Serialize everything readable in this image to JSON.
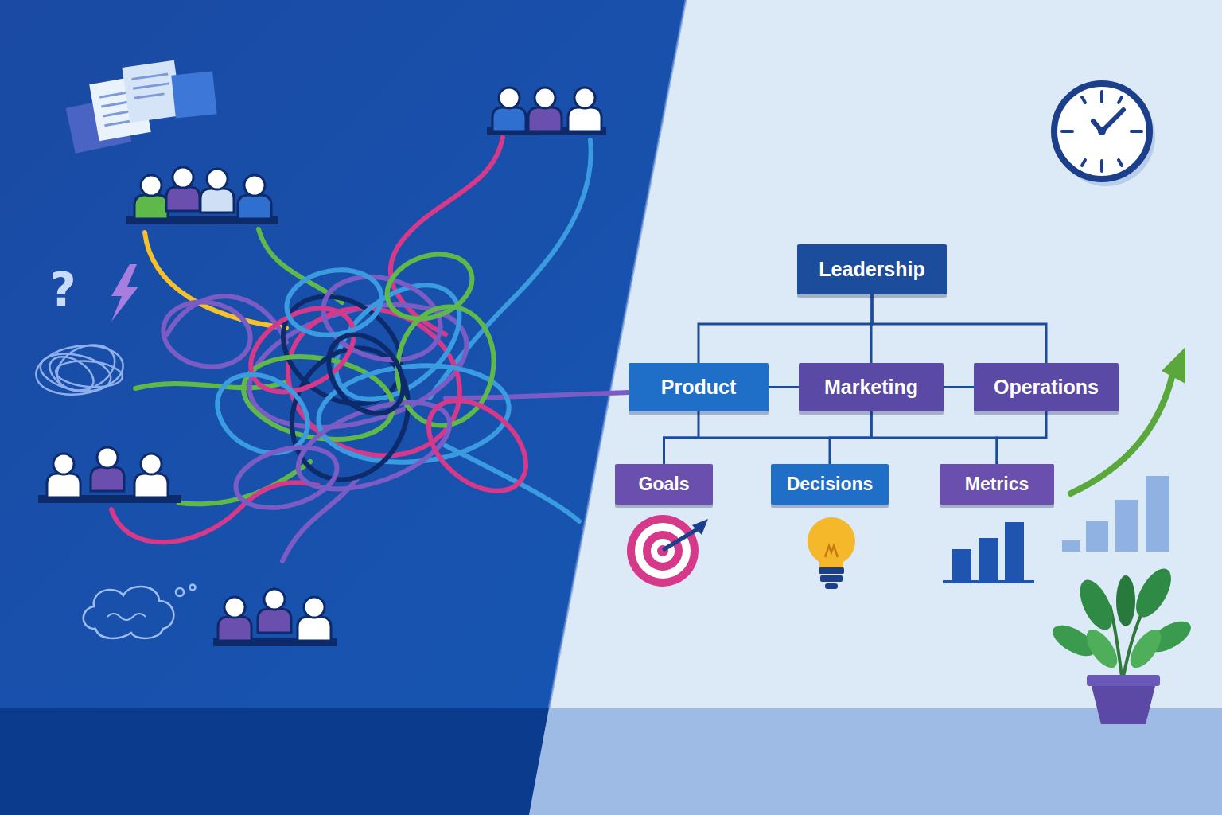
{
  "diagram": {
    "nodes": [
      {
        "text": [
          "Leadership"
        ]
      },
      {
        "text": [
          "Product"
        ]
      },
      {
        "text": [
          "Marketing"
        ]
      },
      {
        "text": [
          "Operations"
        ]
      },
      {
        "text": [
          "Goals"
        ]
      },
      {
        "text": [
          "Decisions"
        ]
      },
      {
        "text": [
          "Metrics"
        ]
      }
    ],
    "edges": [
      {
        "from": 0,
        "to": 1,
        "arrow": "none"
      },
      {
        "from": 0,
        "to": 2,
        "arrow": "none"
      },
      {
        "from": 0,
        "to": 3,
        "arrow": "none"
      },
      {
        "from": 1,
        "to": 2,
        "arrow": "none"
      },
      {
        "from": 2,
        "to": 3,
        "arrow": "none"
      },
      {
        "from": 1,
        "to": 4,
        "arrow": "none"
      },
      {
        "from": 2,
        "to": 4,
        "arrow": "none"
      },
      {
        "from": 2,
        "to": 5,
        "arrow": "none"
      },
      {
        "from": 2,
        "to": 6,
        "arrow": "none"
      },
      {
        "from": 3,
        "to": 6,
        "arrow": "none"
      }
    ],
    "labels": [
      "?"
    ]
  }
}
